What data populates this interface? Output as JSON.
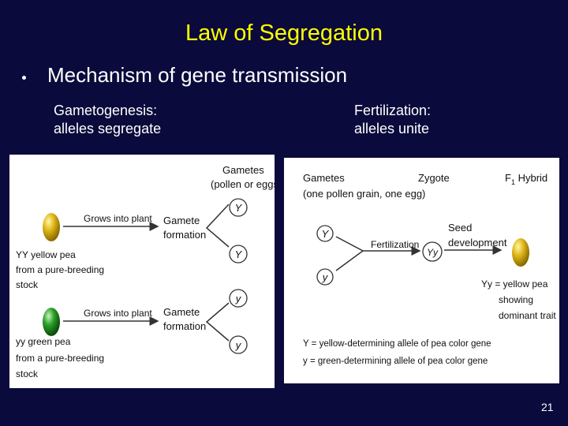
{
  "slide": {
    "title": "Law of Segregation",
    "bullet": "Mechanism of gene transmission",
    "left_heading": [
      "Gametogenesis:",
      "alleles segregate"
    ],
    "right_heading": [
      "Fertilization:",
      "alleles unite"
    ],
    "page_number": "21"
  },
  "left_panel": {
    "gametes_label": [
      "Gametes",
      "(pollen or eggs)"
    ],
    "grows_into_plant": "Grows into plant",
    "gamete_formation": [
      "Gamete",
      "formation"
    ],
    "yellow_parent_label": [
      "YY yellow pea",
      "from a pure-breeding",
      "stock"
    ],
    "green_parent_label": [
      "yy green pea",
      "from a pure-breeding",
      "stock"
    ],
    "yellow_gametes": [
      "Y",
      "Y"
    ],
    "green_gametes": [
      "y",
      "y"
    ]
  },
  "right_panel": {
    "gametes_label": [
      "Gametes",
      "(one pollen grain, one egg)"
    ],
    "zygote_label": "Zygote",
    "f1_label_main": "F",
    "f1_label_sub": "1",
    "f1_label_tail": " Hybrid",
    "gamete_1": "Y",
    "gamete_2": "y",
    "fertilization": "Fertilization",
    "zygote_genotype": "Yy",
    "seed_development": [
      "Seed",
      "development"
    ],
    "hybrid_label": [
      "Yy = yellow pea",
      "showing",
      "dominant trait"
    ],
    "key_Y": "Y = yellow-determining allele of pea color gene",
    "key_y": "y = green-determining allele of pea color gene"
  },
  "colors": {
    "background": "#0a0a3c",
    "title": "#ffff00",
    "yellow_pea": "#d4aa10",
    "green_pea": "#1a8a1a"
  }
}
